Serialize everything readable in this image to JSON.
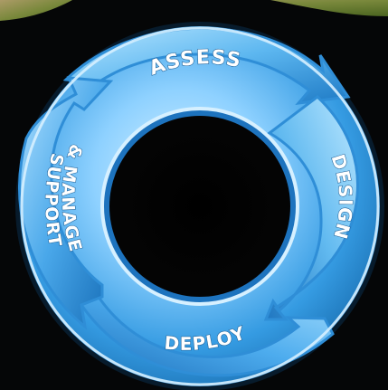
{
  "diagram": {
    "segments": [
      {
        "label_lines": [
          "ASSESS"
        ]
      },
      {
        "label_lines": [
          "DESIGN"
        ]
      },
      {
        "label_lines": [
          "DEPLOY"
        ]
      },
      {
        "label_lines": [
          "& MANAGE",
          "SUPPORT"
        ]
      }
    ]
  },
  "colors": {
    "background": "#050607",
    "ring_light": "#9fdcff",
    "ring_mid": "#2f93dd",
    "ring_dark": "#0f5d9f",
    "text": "#ffffff",
    "grass": "#7d8f3f"
  }
}
